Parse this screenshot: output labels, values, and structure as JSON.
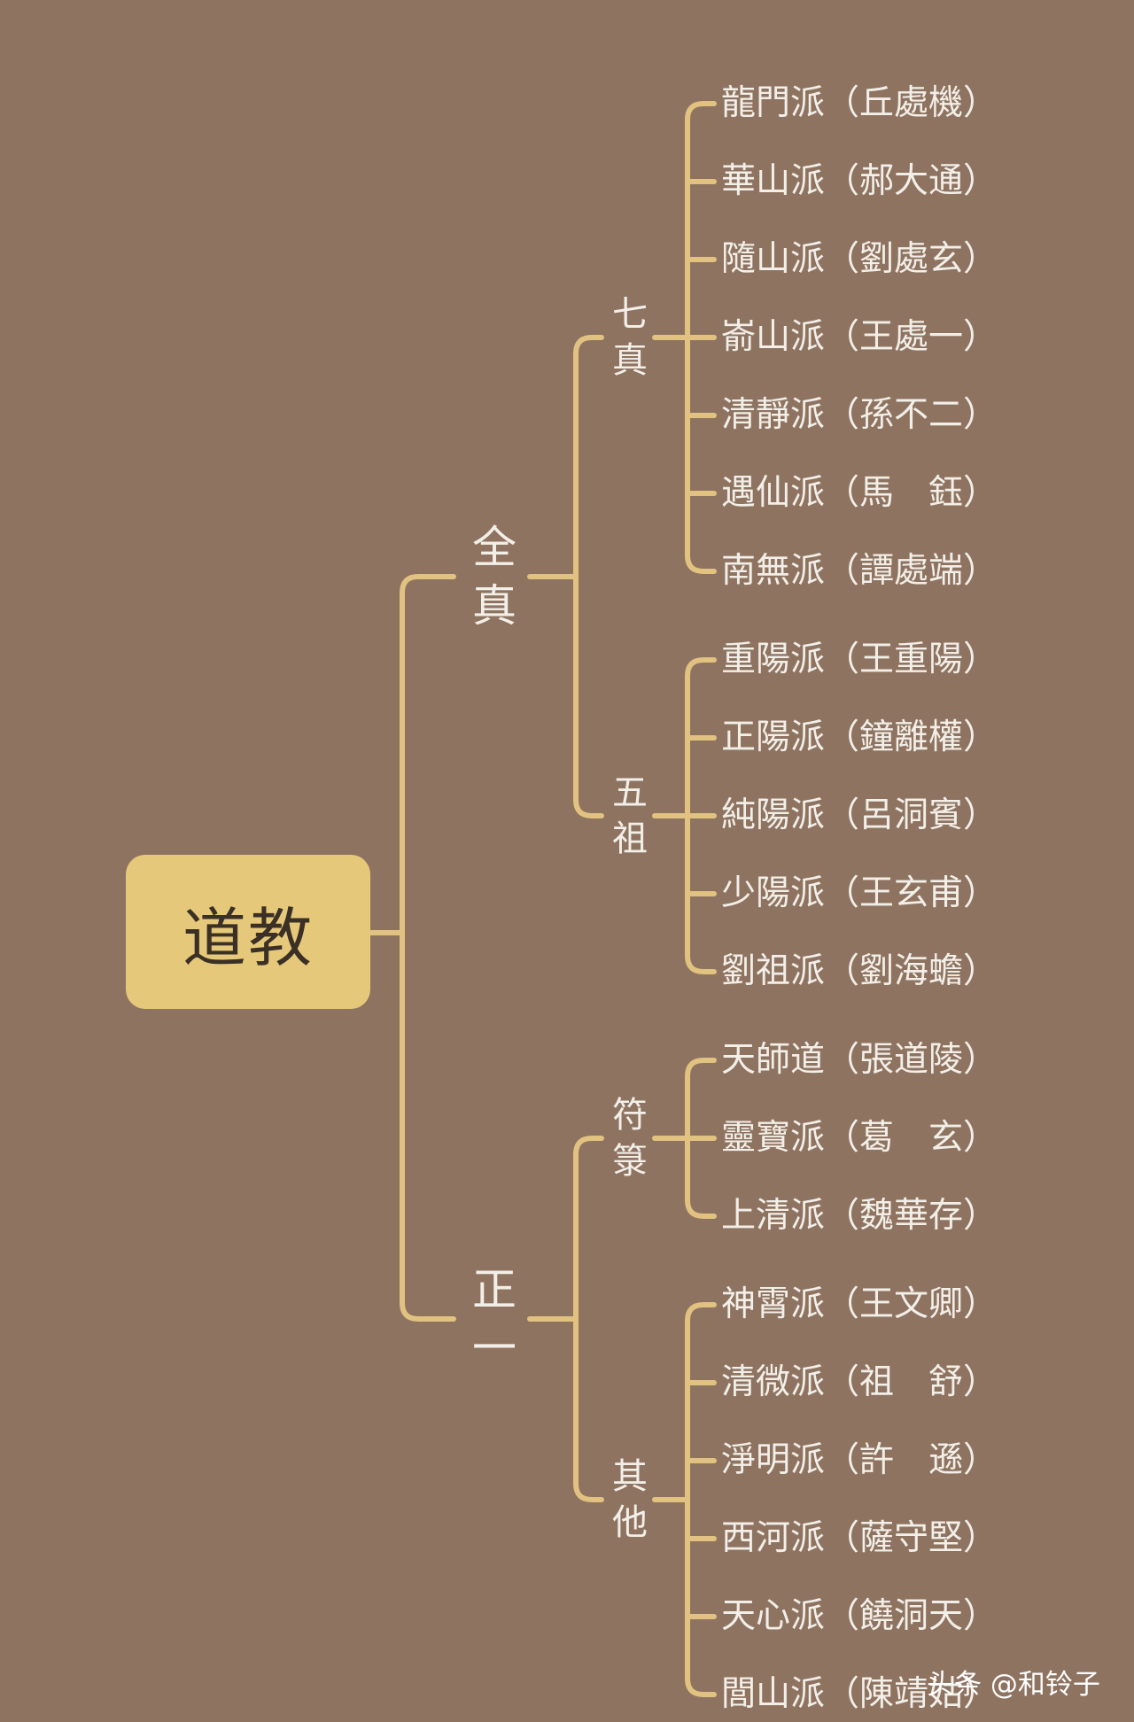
{
  "colors": {
    "background": "#8f7361",
    "root_box": "#e6c87a",
    "line": "#e1c280",
    "text": "#f2efe8"
  },
  "root": {
    "label": "道教"
  },
  "branches": [
    {
      "label": "全真",
      "groups": [
        {
          "label": "七真",
          "items": [
            "龍門派（丘處機）",
            "華山派（郝大通）",
            "隨山派（劉處玄）",
            "嵛山派（王處一）",
            "清靜派（孫不二）",
            "遇仙派（馬　鈺）",
            "南無派（譚處端）"
          ]
        },
        {
          "label": "五祖",
          "items": [
            "重陽派（王重陽）",
            "正陽派（鐘離權）",
            "純陽派（呂洞賓）",
            "少陽派（王玄甫）",
            "劉祖派（劉海蟾）"
          ]
        }
      ]
    },
    {
      "label": "正一",
      "groups": [
        {
          "label": "符箓",
          "items": [
            "天師道（張道陵）",
            "靈寶派（葛　玄）",
            "上清派（魏華存）"
          ]
        },
        {
          "label": "其他",
          "items": [
            "神霄派（王文卿）",
            "清微派（祖　舒）",
            "淨明派（許　遜）",
            "西河派（薩守堅）",
            "天心派（饒洞天）",
            "閭山派（陳靖姑）"
          ]
        }
      ]
    }
  ],
  "watermark": "头条 @和铃子"
}
